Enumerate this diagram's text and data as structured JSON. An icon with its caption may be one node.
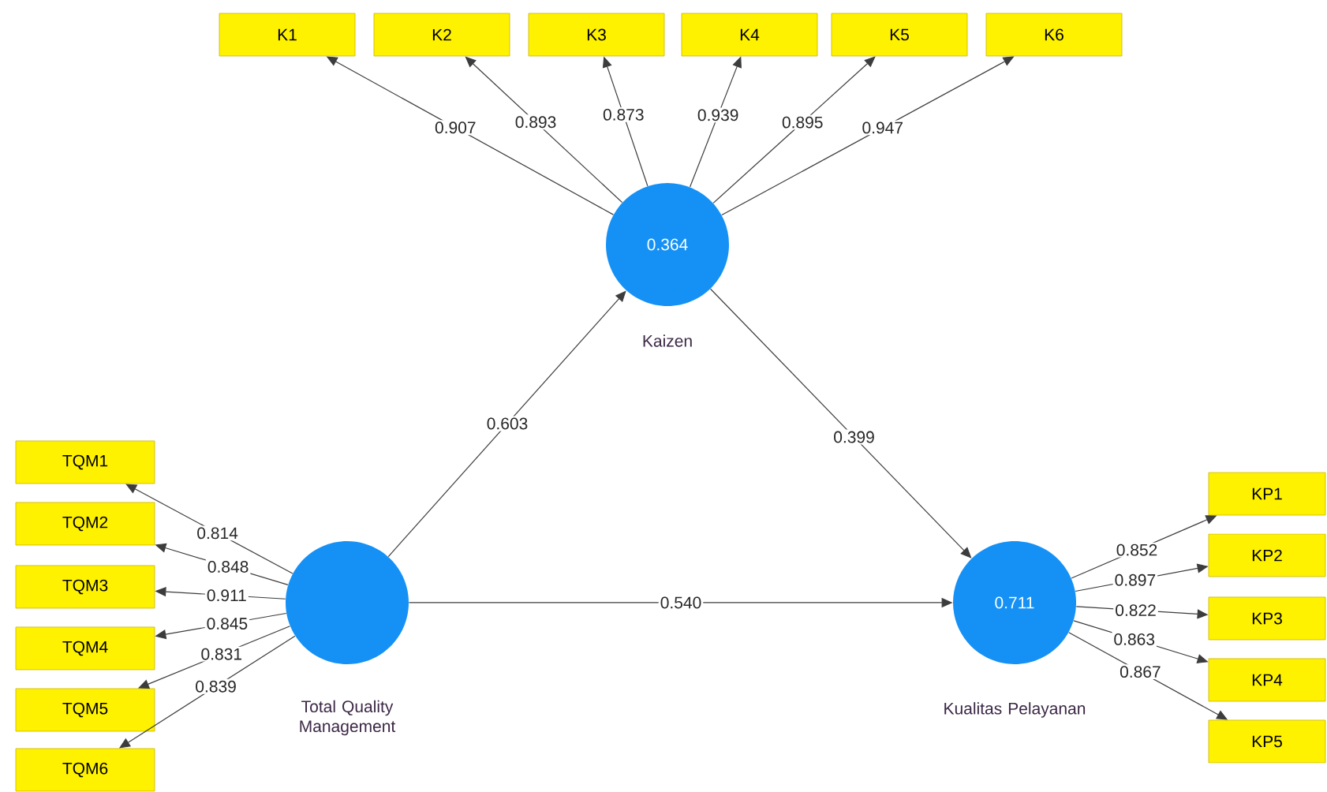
{
  "diagram": {
    "nodes": [
      {
        "text": [
          "0.364"
        ],
        "beside": [
          "Kaizen"
        ]
      },
      {
        "text": [],
        "shape": "circle",
        "beside": [
          "Total Quality Management"
        ]
      },
      {
        "text": [
          "0.711"
        ],
        "beside": [
          "Kualitas Pelayanan"
        ]
      },
      {
        "text": [
          "K1"
        ]
      },
      {
        "text": [
          "K2"
        ]
      },
      {
        "text": [
          "K3"
        ]
      },
      {
        "text": [
          "K4"
        ]
      },
      {
        "text": [
          "K5"
        ]
      },
      {
        "text": [
          "K6"
        ]
      },
      {
        "text": [
          "TQM1"
        ]
      },
      {
        "text": [
          "TQM2"
        ]
      },
      {
        "text": [
          "TQM3"
        ]
      },
      {
        "text": [
          "TQM4"
        ]
      },
      {
        "text": [
          "TQM5"
        ]
      },
      {
        "text": [
          "TQM6"
        ]
      },
      {
        "text": [
          "KP1"
        ]
      },
      {
        "text": [
          "KP2"
        ]
      },
      {
        "text": [
          "KP3"
        ]
      },
      {
        "text": [
          "KP4"
        ]
      },
      {
        "text": [
          "KP5"
        ]
      }
    ],
    "edges": [
      {
        "from": 0,
        "to": 3,
        "arrow": "to",
        "label": "0.907"
      },
      {
        "from": 0,
        "to": 4,
        "arrow": "to",
        "label": "0.893"
      },
      {
        "from": 0,
        "to": 5,
        "arrow": "to",
        "label": "0.873"
      },
      {
        "from": 0,
        "to": 6,
        "arrow": "to",
        "label": "0.939"
      },
      {
        "from": 0,
        "to": 7,
        "arrow": "to",
        "label": "0.895"
      },
      {
        "from": 0,
        "to": 8,
        "arrow": "to",
        "label": "0.947"
      },
      {
        "from": 1,
        "to": 9,
        "arrow": "to",
        "label": "0.814"
      },
      {
        "from": 1,
        "to": 10,
        "arrow": "to",
        "label": "0.848"
      },
      {
        "from": 1,
        "to": 11,
        "arrow": "to",
        "label": "0.911"
      },
      {
        "from": 1,
        "to": 12,
        "arrow": "to",
        "label": "0.845"
      },
      {
        "from": 1,
        "to": 13,
        "arrow": "to",
        "label": "0.831"
      },
      {
        "from": 1,
        "to": 14,
        "arrow": "to",
        "label": "0.839"
      },
      {
        "from": 2,
        "to": 15,
        "arrow": "to",
        "label": "0.852"
      },
      {
        "from": 2,
        "to": 16,
        "arrow": "to",
        "label": "0.897"
      },
      {
        "from": 2,
        "to": 17,
        "arrow": "to",
        "label": "0.822"
      },
      {
        "from": 2,
        "to": 18,
        "arrow": "to",
        "label": "0.863"
      },
      {
        "from": 2,
        "to": 19,
        "arrow": "to",
        "label": "0.867"
      },
      {
        "from": 1,
        "to": 0,
        "arrow": "to",
        "label": "0.603"
      },
      {
        "from": 0,
        "to": 2,
        "arrow": "to",
        "label": "0.399"
      },
      {
        "from": 1,
        "to": 2,
        "arrow": "to",
        "label": "0.540"
      }
    ]
  }
}
